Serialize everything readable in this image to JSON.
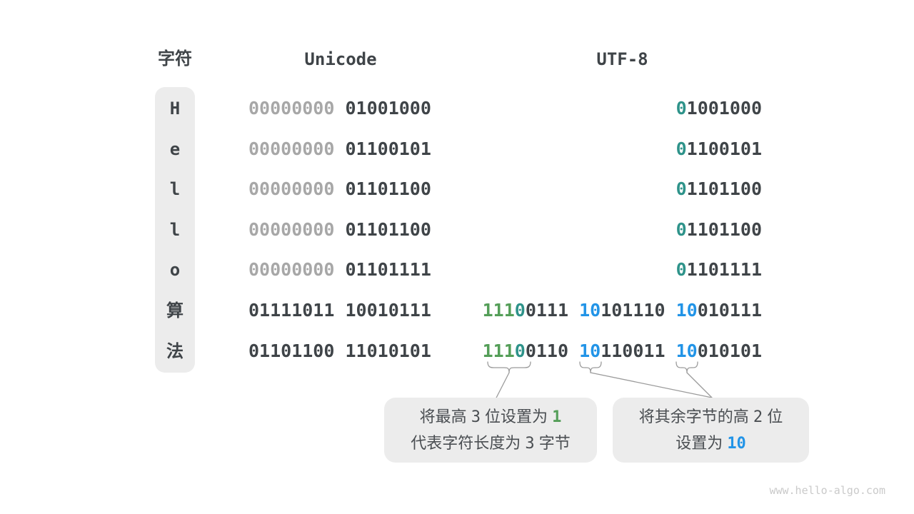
{
  "headers": {
    "char": "字符",
    "unicode": "Unicode",
    "utf8": "UTF-8"
  },
  "colors": {
    "dark": "#3F4448",
    "gray": "#A7A7A7",
    "green": "#549E58",
    "teal": "#2E938A",
    "blue": "#2294E7",
    "box_bg": "#ECECEC",
    "box_text": "#4A4E52",
    "connector": "#9B9B9B",
    "watermark": "#CACACA"
  },
  "rows": [
    {
      "char": "H",
      "unicode": [
        [
          {
            "t": "00000000",
            "c": "gray"
          }
        ],
        [
          {
            "t": "01001000",
            "c": "dark"
          }
        ]
      ],
      "utf8": [
        [
          {
            "t": "0",
            "c": "teal"
          },
          {
            "t": "1001000",
            "c": "dark"
          }
        ]
      ]
    },
    {
      "char": "e",
      "unicode": [
        [
          {
            "t": "00000000",
            "c": "gray"
          }
        ],
        [
          {
            "t": "01100101",
            "c": "dark"
          }
        ]
      ],
      "utf8": [
        [
          {
            "t": "0",
            "c": "teal"
          },
          {
            "t": "1100101",
            "c": "dark"
          }
        ]
      ]
    },
    {
      "char": "l",
      "unicode": [
        [
          {
            "t": "00000000",
            "c": "gray"
          }
        ],
        [
          {
            "t": "01101100",
            "c": "dark"
          }
        ]
      ],
      "utf8": [
        [
          {
            "t": "0",
            "c": "teal"
          },
          {
            "t": "1101100",
            "c": "dark"
          }
        ]
      ]
    },
    {
      "char": "l",
      "unicode": [
        [
          {
            "t": "00000000",
            "c": "gray"
          }
        ],
        [
          {
            "t": "01101100",
            "c": "dark"
          }
        ]
      ],
      "utf8": [
        [
          {
            "t": "0",
            "c": "teal"
          },
          {
            "t": "1101100",
            "c": "dark"
          }
        ]
      ]
    },
    {
      "char": "o",
      "unicode": [
        [
          {
            "t": "00000000",
            "c": "gray"
          }
        ],
        [
          {
            "t": "01101111",
            "c": "dark"
          }
        ]
      ],
      "utf8": [
        [
          {
            "t": "0",
            "c": "teal"
          },
          {
            "t": "1101111",
            "c": "dark"
          }
        ]
      ]
    },
    {
      "char": "算",
      "unicode": [
        [
          {
            "t": "01111011",
            "c": "dark"
          }
        ],
        [
          {
            "t": "10010111",
            "c": "dark"
          }
        ]
      ],
      "utf8": [
        [
          {
            "t": "111",
            "c": "green"
          },
          {
            "t": "0",
            "c": "teal"
          },
          {
            "t": "0111",
            "c": "dark"
          }
        ],
        [
          {
            "t": "10",
            "c": "blue"
          },
          {
            "t": "101110",
            "c": "dark"
          }
        ],
        [
          {
            "t": "10",
            "c": "blue"
          },
          {
            "t": "010111",
            "c": "dark"
          }
        ]
      ]
    },
    {
      "char": "法",
      "unicode": [
        [
          {
            "t": "01101100",
            "c": "dark"
          }
        ],
        [
          {
            "t": "11010101",
            "c": "dark"
          }
        ]
      ],
      "utf8": [
        [
          {
            "t": "111",
            "c": "green"
          },
          {
            "t": "0",
            "c": "teal"
          },
          {
            "t": "0110",
            "c": "dark"
          }
        ],
        [
          {
            "t": "10",
            "c": "blue"
          },
          {
            "t": "110011",
            "c": "dark"
          }
        ],
        [
          {
            "t": "10",
            "c": "blue"
          },
          {
            "t": "010101",
            "c": "dark"
          }
        ]
      ]
    }
  ],
  "callouts": [
    {
      "lines": [
        [
          {
            "t": "将最高 ",
            "c": "t"
          },
          {
            "t": "3",
            "c": "n"
          },
          {
            "t": " 位设置为 ",
            "c": "t"
          },
          {
            "t": "1",
            "c": "green-b"
          }
        ],
        [
          {
            "t": "代表字符长度为 ",
            "c": "t"
          },
          {
            "t": "3",
            "c": "n"
          },
          {
            "t": " 字节",
            "c": "t"
          }
        ]
      ]
    },
    {
      "lines": [
        [
          {
            "t": "将其余字节的高 ",
            "c": "t"
          },
          {
            "t": "2",
            "c": "n"
          },
          {
            "t": " 位",
            "c": "t"
          }
        ],
        [
          {
            "t": "设置为 ",
            "c": "t"
          },
          {
            "t": "10",
            "c": "blue-b"
          }
        ]
      ]
    }
  ],
  "watermark": "www.hello-algo.com"
}
